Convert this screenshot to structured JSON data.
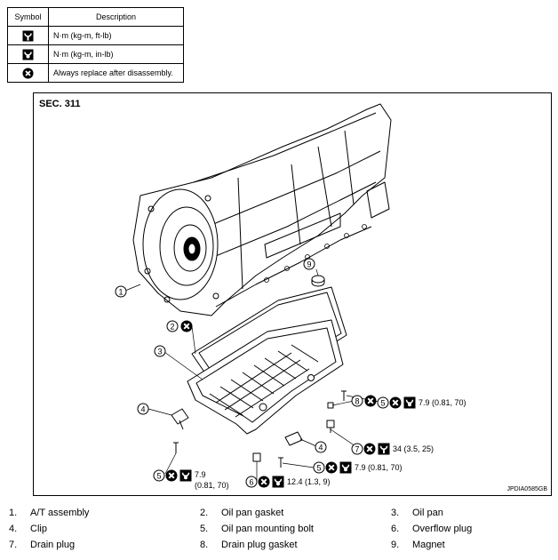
{
  "legend": {
    "headers": {
      "symbol": "Symbol",
      "description": "Description"
    },
    "rows": [
      {
        "icon": "torque-wrench-icon",
        "text": "N·m (kg-m, ft-lb)"
      },
      {
        "icon": "torque-wrench-small-icon",
        "text": "N·m (kg-m, in-lb)"
      },
      {
        "icon": "replace-after-disassembly-icon",
        "text": "Always replace after disassembly."
      }
    ]
  },
  "diagram": {
    "section": "SEC. 311",
    "figure_code": "JPDIA0585GB",
    "torques": {
      "bolt_right": "7.9 (0.81, 70)",
      "overflow_plug": "34 (3.5, 25)",
      "bolt_left_line1": "7.9",
      "bolt_left_line2": "(0.81, 70)",
      "bolt_bottom": "7.9 (0.81, 70)",
      "drain_plug": "12.4 (1.3, 9)"
    },
    "callout_numbers": [
      "1",
      "2",
      "3",
      "4",
      "4",
      "5",
      "5",
      "5",
      "6",
      "7",
      "8",
      "9"
    ]
  },
  "parts": [
    {
      "num": "1.",
      "name": "A/T assembly"
    },
    {
      "num": "2.",
      "name": "Oil pan gasket"
    },
    {
      "num": "3.",
      "name": "Oil pan"
    },
    {
      "num": "4.",
      "name": "Clip"
    },
    {
      "num": "5.",
      "name": "Oil pan mounting bolt"
    },
    {
      "num": "6.",
      "name": "Overflow plug"
    },
    {
      "num": "7.",
      "name": "Drain plug"
    },
    {
      "num": "8.",
      "name": "Drain plug gasket"
    },
    {
      "num": "9.",
      "name": "Magnet"
    }
  ],
  "colors": {
    "ink": "#000000",
    "paper": "#ffffff"
  }
}
